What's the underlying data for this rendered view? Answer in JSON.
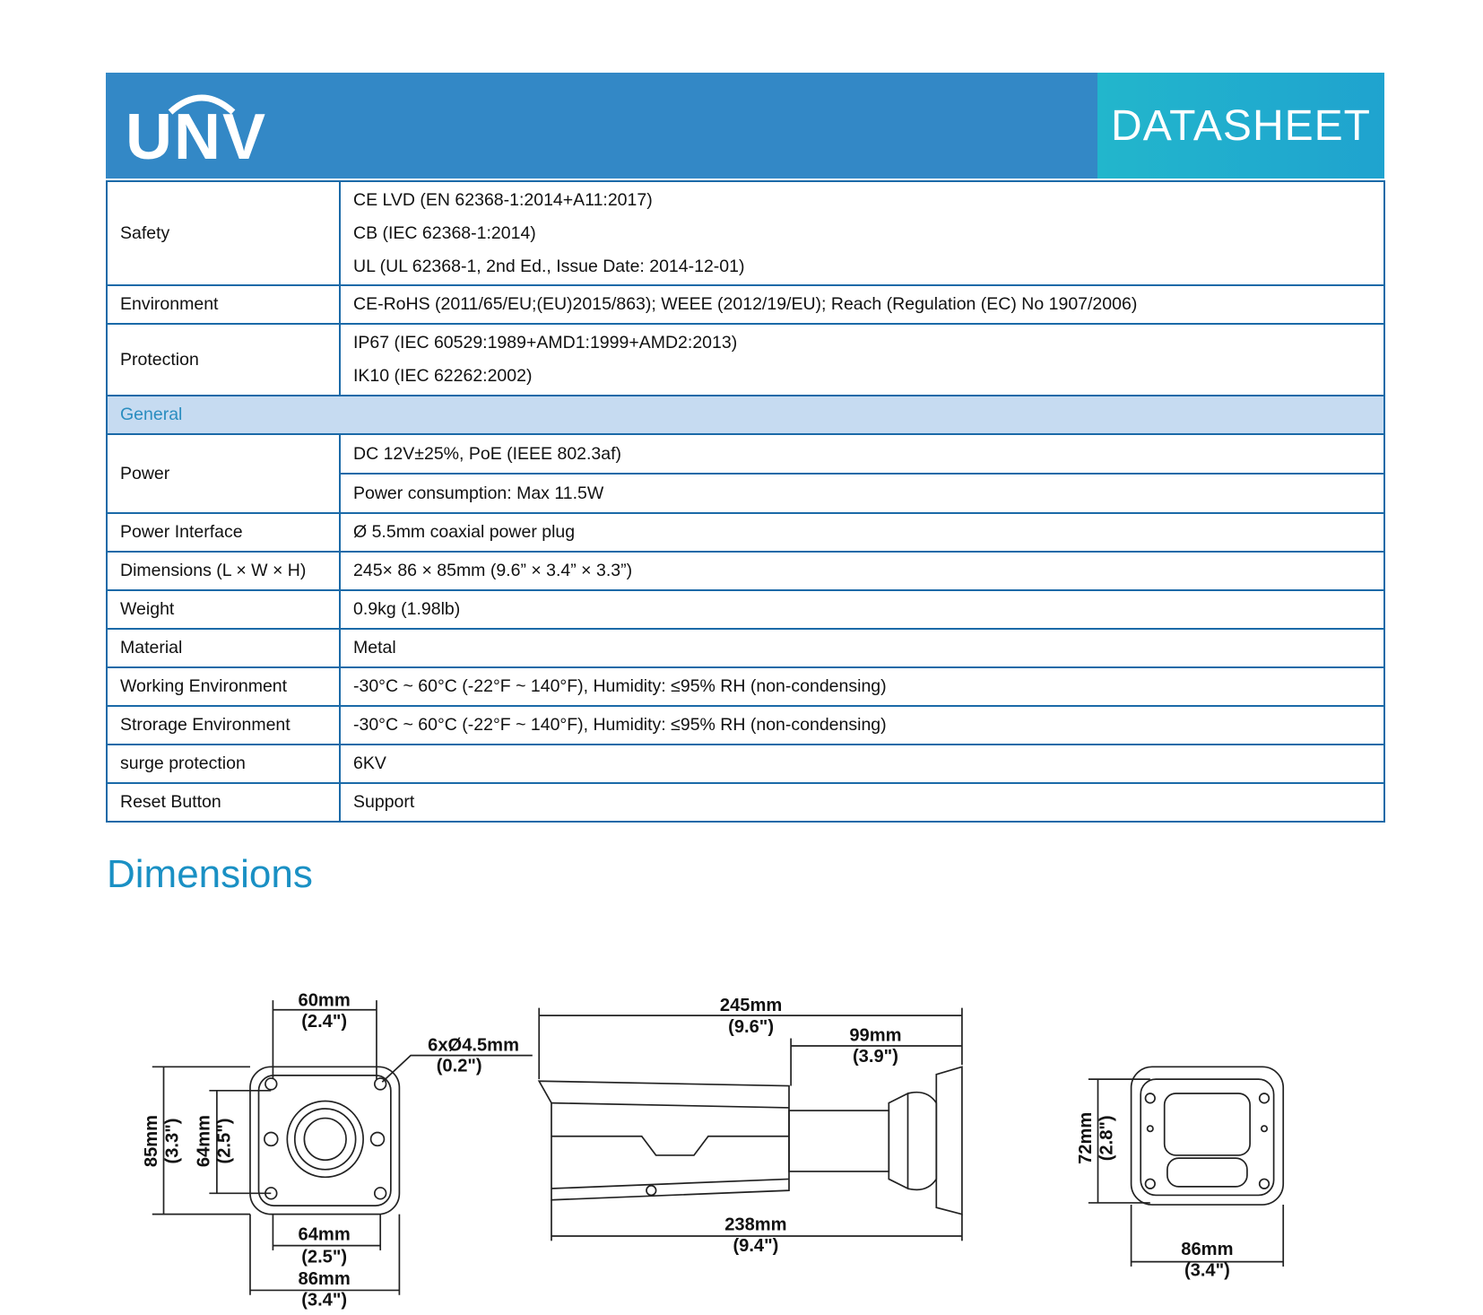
{
  "header": {
    "logo": "UNV",
    "title": "DATASHEET"
  },
  "specs": {
    "safety": {
      "label": "Safety",
      "values": [
        "CE LVD (EN 62368-1:2014+A11:2017)",
        "CB (IEC 62368-1:2014)",
        "UL (UL 62368-1, 2nd Ed., Issue Date: 2014-12-01)"
      ]
    },
    "environment": {
      "label": "Environment",
      "value": "CE-RoHS (2011/65/EU;(EU)2015/863); WEEE (2012/19/EU); Reach (Regulation (EC) No 1907/2006)"
    },
    "protection": {
      "label": "Protection",
      "values": [
        "IP67 (IEC 60529:1989+AMD1:1999+AMD2:2013)",
        "IK10 (IEC 62262:2002)"
      ]
    },
    "general_section": "General",
    "power": {
      "label": "Power",
      "values": [
        "DC 12V±25%, PoE (IEEE 802.3af)",
        "Power consumption: Max 11.5W"
      ]
    },
    "rows": [
      {
        "label": "Power Interface",
        "value": "Ø 5.5mm coaxial power plug"
      },
      {
        "label": "Dimensions (L × W × H)",
        "value": "245× 86 × 85mm (9.6” × 3.4” × 3.3”)"
      },
      {
        "label": "Weight",
        "value": "0.9kg (1.98lb)"
      },
      {
        "label": "Material",
        "value": "Metal"
      },
      {
        "label": "Working Environment",
        "value": "-30°C ~ 60°C (-22°F ~ 140°F), Humidity: ≤95% RH (non-condensing)"
      },
      {
        "label": "Strorage Environment",
        "value": "-30°C ~ 60°C (-22°F ~ 140°F), Humidity: ≤95% RH (non-condensing)"
      },
      {
        "label": "surge protection",
        "value": "6KV"
      },
      {
        "label": "Reset Button",
        "value": "Support"
      }
    ]
  },
  "dimensions": {
    "title": "Dimensions",
    "front": {
      "top_mm": "60mm",
      "top_in": "(2.4\")",
      "hole_mm": "6xØ4.5mm",
      "hole_in": "(0.2\")",
      "height_mm": "85mm",
      "height_in": "(3.3\")",
      "inner_h_mm": "64mm",
      "inner_h_in": "(2.5\")",
      "bottom1_mm": "64mm",
      "bottom1_in": "(2.5\")",
      "bottom2_mm": "86mm",
      "bottom2_in": "(3.4\")"
    },
    "side": {
      "total_mm": "245mm",
      "total_in": "(9.6\")",
      "bracket_mm": "99mm",
      "bracket_in": "(3.9\")",
      "body_mm": "238mm",
      "body_in": "(9.4\")"
    },
    "rear": {
      "height_mm": "72mm",
      "height_in": "(2.8\")",
      "width_mm": "86mm",
      "width_in": "(3.4\")"
    }
  }
}
